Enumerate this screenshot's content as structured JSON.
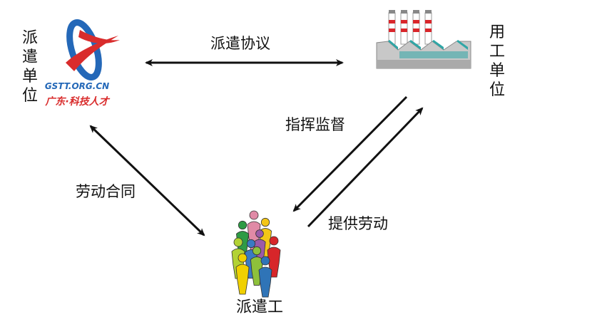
{
  "nodes": {
    "dispatch_unit": {
      "label": [
        "派",
        "遣",
        "单",
        "位"
      ]
    },
    "employer_unit": {
      "label": [
        "用",
        "工",
        "单",
        "位"
      ]
    },
    "worker": {
      "label": "派遣工"
    }
  },
  "logo": {
    "domain_text": "GSTT.ORG.CN",
    "tagline": "广东·科技人才"
  },
  "edges": {
    "dispatch_agreement": "派遣协议",
    "command_supervise": "指挥监督",
    "labor_contract": "劳动合同",
    "provide_labor": "提供劳动"
  },
  "colors": {
    "arrow": "#111111",
    "logo_red": "#d92c2c",
    "logo_blue": "#2468b8",
    "factory_gray": "#b8b8b8",
    "factory_roof": "#2fa6a6",
    "stack_red": "#d9262b",
    "people": [
      "#e08aa6",
      "#f3c617",
      "#2e9b45",
      "#9b5aa8",
      "#b2d234",
      "#3a7ac2",
      "#d7262a",
      "#8ec13b",
      "#f0d000",
      "#2f74b7"
    ]
  }
}
